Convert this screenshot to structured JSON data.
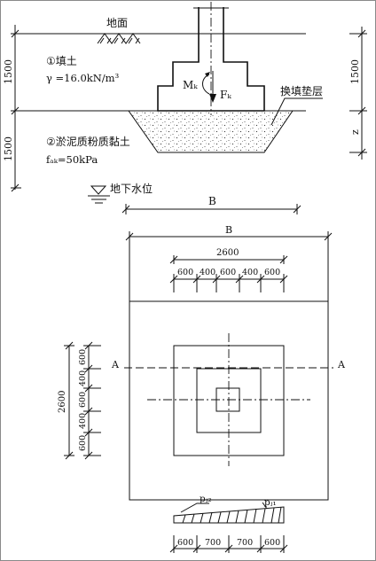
{
  "section": {
    "ground_label": "地面",
    "layer1_name": "①填土",
    "layer1_gamma": "γ =16.0kN/m³",
    "layer2_name": "②淤泥质粉质黏土",
    "layer2_fak": "fₐₖ=50kPa",
    "water_label": "地下水位",
    "cushion_label": "换填垫层",
    "moment_label": "Mₖ",
    "force_label": "Fₖ",
    "left_dim_upper": "1500",
    "left_dim_lower": "1500",
    "right_dim_upper": "1500",
    "right_dim_lower": "z",
    "width_label": "B"
  },
  "plan": {
    "width_label": "B",
    "total_top": "2600",
    "top_segments": [
      "600",
      "400",
      "600",
      "400",
      "600"
    ],
    "total_left": "2600",
    "left_segments": [
      "600",
      "400",
      "600",
      "400",
      "600"
    ],
    "section_left": "A",
    "section_right": "A"
  },
  "pressure": {
    "pj2_label": "pⱼ₂",
    "pj1_label": "pⱼ₁",
    "bottom_segments": [
      "600",
      "700",
      "700",
      "600"
    ]
  }
}
